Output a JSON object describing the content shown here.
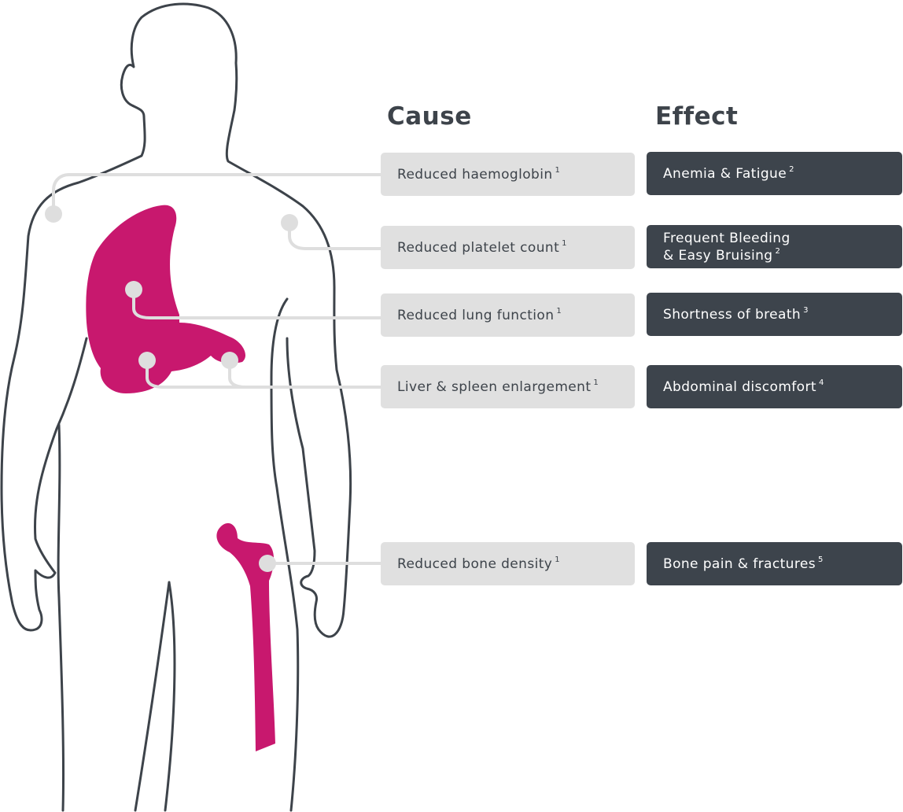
{
  "headers": {
    "cause": "Cause",
    "effect": "Effect"
  },
  "colors": {
    "organ": "#c8186e",
    "outline": "#3d434a",
    "connector": "#dedede",
    "cause_bg": "#e0e0e0",
    "effect_bg": "#3d444c"
  },
  "rows": [
    {
      "cause": "Reduced haemoglobin",
      "cause_ref": "1",
      "effect_lines": [
        "Anemia & Fatigue"
      ],
      "effect_ref": "2"
    },
    {
      "cause": "Reduced platelet count",
      "cause_ref": "1",
      "effect_lines": [
        "Frequent Bleeding",
        "& Easy Bruising"
      ],
      "effect_ref": "2"
    },
    {
      "cause": "Reduced lung function",
      "cause_ref": "1",
      "effect_lines": [
        "Shortness of breath"
      ],
      "effect_ref": "3"
    },
    {
      "cause": "Liver & spleen enlargement",
      "cause_ref": "1",
      "effect_lines": [
        "Abdominal discomfort"
      ],
      "effect_ref": "4"
    },
    {
      "cause": "Reduced bone density",
      "cause_ref": "1",
      "effect_lines": [
        "Bone pain & fractures"
      ],
      "effect_ref": "5"
    }
  ]
}
